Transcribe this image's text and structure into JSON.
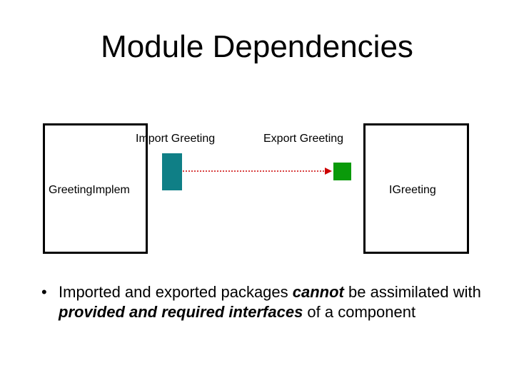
{
  "title": "Module Dependencies",
  "diagram": {
    "left_module": {
      "label": "GreetingImplem"
    },
    "right_module": {
      "label": "IGreeting"
    },
    "import_label": "Import Greeting",
    "export_label": "Export Greeting",
    "colors": {
      "import_port": "#0f7f86",
      "export_port": "#0a9a0a",
      "arrow": "#cc0000",
      "box_border": "#000000"
    }
  },
  "bullet": {
    "seg1": "Imported and exported packages ",
    "seg2": "cannot",
    "seg3": " be assimilated with ",
    "seg4": "provided and required interfaces",
    "seg5": " of a component"
  }
}
